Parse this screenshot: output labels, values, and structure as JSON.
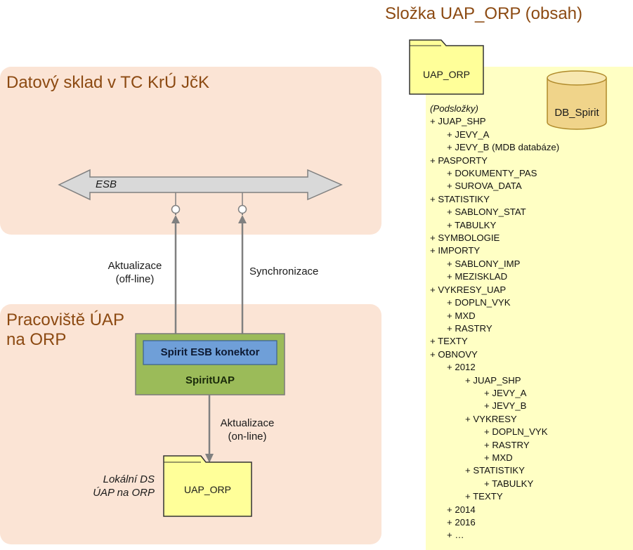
{
  "diagram": {
    "datastore_title": "Datový sklad v TC KrÚ JčK",
    "workplace_title": "Pracoviště ÚAP\nna ORP",
    "esb_label": "ESB",
    "update_offline_label": "Aktualizace\n(off-line)",
    "sync_label": "Synchronizace",
    "connector_label": "Spirit ESB konektor",
    "spiritapp_label": "SpiritUAP",
    "update_online_label": "Aktualizace\n(on-line)",
    "local_ds_label": "Lokální DS\nÚAP na ORP",
    "local_folder_label": "UAP_ORP"
  },
  "folder_panel": {
    "title": "Složka UAP_ORP (obsah)",
    "folder_label": "UAP_ORP",
    "db_label": "DB_Spirit",
    "tree_items": [
      {
        "text": "(Podsložky)",
        "level": 0,
        "italic": true
      },
      {
        "text": "+ JUAP_SHP",
        "level": 0
      },
      {
        "text": "+ JEVY_A",
        "level": 1
      },
      {
        "text": "+ JEVY_B (MDB databáze)",
        "level": 1
      },
      {
        "text": "+ PASPORTY",
        "level": 0
      },
      {
        "text": "+ DOKUMENTY_PAS",
        "level": 1
      },
      {
        "text": "+ SUROVA_DATA",
        "level": 1
      },
      {
        "text": "+ STATISTIKY",
        "level": 0
      },
      {
        "text": "+ SABLONY_STAT",
        "level": 1
      },
      {
        "text": "+ TABULKY",
        "level": 1
      },
      {
        "text": "+ SYMBOLOGIE",
        "level": 0
      },
      {
        "text": "+ IMPORTY",
        "level": 0
      },
      {
        "text": "+ SABLONY_IMP",
        "level": 1
      },
      {
        "text": "+ MEZISKLAD",
        "level": 1
      },
      {
        "text": "+ VYKRESY_UAP",
        "level": 0
      },
      {
        "text": "+ DOPLN_VYK",
        "level": 1
      },
      {
        "text": "+ MXD",
        "level": 1
      },
      {
        "text": "+ RASTRY",
        "level": 1
      },
      {
        "text": "+ TEXTY",
        "level": 0
      },
      {
        "text": "+ OBNOVY",
        "level": 0
      },
      {
        "text": "+ 2012",
        "level": 1
      },
      {
        "text": "+ JUAP_SHP",
        "level": 2
      },
      {
        "text": "+ JEVY_A",
        "level": 3
      },
      {
        "text": "+ JEVY_B",
        "level": 3
      },
      {
        "text": "+ VYKRESY",
        "level": 2
      },
      {
        "text": "+ DOPLN_VYK",
        "level": 3
      },
      {
        "text": "+ RASTRY",
        "level": 3
      },
      {
        "text": "+ MXD",
        "level": 3
      },
      {
        "text": "+ STATISTIKY",
        "level": 2
      },
      {
        "text": "+ TABULKY",
        "level": 3
      },
      {
        "text": "+ TEXTY",
        "level": 2
      },
      {
        "text": "+ 2014",
        "level": 1
      },
      {
        "text": "+ 2016",
        "level": 1
      },
      {
        "text": "+ …",
        "level": 1
      }
    ]
  },
  "colors": {
    "panel_fill": "#fbe4d5",
    "title_color": "#8c4a12",
    "folder_panel_fill": "#ffffc4",
    "folder_fill": "#ffff99",
    "connector_fill": "#6f9fd8",
    "spiritapp_fill": "#9bbb59",
    "db_fill": "#f0d48a",
    "arrow_gray": "#808080"
  }
}
